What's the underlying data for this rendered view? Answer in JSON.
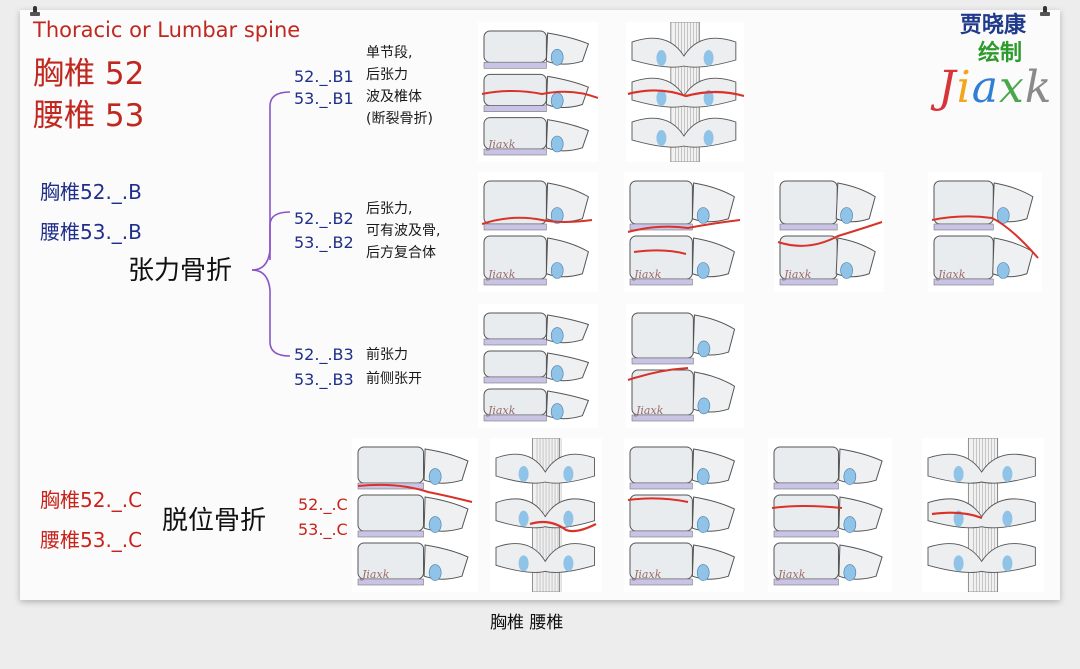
{
  "header": {
    "subtitle": "Thoracic or Lumbar spine",
    "thoracic": "胸椎 52",
    "lumbar": "腰椎 53"
  },
  "branch_b": {
    "thoracic": "胸椎52._.B",
    "lumbar": "腰椎53._.B",
    "group_label": "张力骨折",
    "items": [
      {
        "code1": "52._.B1",
        "code2": "53._.B1",
        "desc": [
          "单节段,",
          "后张力",
          "波及椎体",
          "(断裂骨折)"
        ]
      },
      {
        "code1": "52._.B2",
        "code2": "53._.B2",
        "desc": [
          "后张力,",
          "可有波及骨,",
          "后方复合体"
        ]
      },
      {
        "code1": "52._.B3",
        "code2": "53._.B3",
        "desc": [
          "前张力",
          "前侧张开"
        ]
      }
    ]
  },
  "branch_c": {
    "thoracic": "胸椎52._.C",
    "lumbar": "腰椎53._.C",
    "group_label": "脱位骨折",
    "code1": "52._.C",
    "code2": "53._.C"
  },
  "logo": {
    "line1": "贾晓康",
    "line2": "绘制",
    "letters": [
      "J",
      "i",
      "a",
      "x",
      "k"
    ],
    "letter_colors": [
      "#d6353a",
      "#f3a51c",
      "#2f7fd4",
      "#4aa84a",
      "#8a8a8a"
    ],
    "line1_color": "#1f3a8a",
    "line2_color": "#2c9a2c"
  },
  "illustration_watermark": "Jiaxk",
  "caption": "胸椎 腰椎",
  "colors": {
    "accent_red": "#c8241b",
    "navy": "#1f2f8a",
    "bracket": "#8a55c9",
    "fracture_red": "#d8322a"
  }
}
